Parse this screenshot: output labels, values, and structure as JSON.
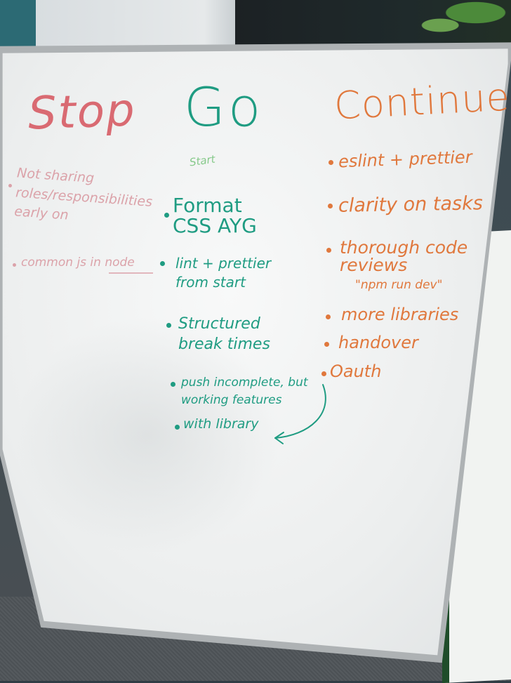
{
  "board": {
    "columns": {
      "stop": {
        "heading": "Stop",
        "items": [
          "Not sharing roles/responsibilities early on",
          "common js in node"
        ]
      },
      "go": {
        "heading": "Go",
        "note": "Start",
        "items": [
          "Format CSS AYG",
          "lint + prettier from start",
          "Structured break times",
          "push incomplete, but working features",
          "with library"
        ]
      },
      "continue": {
        "heading": "Continue",
        "items": [
          "eslint + prettier",
          "clarity on tasks",
          "thorough code reviews",
          "\"npm run dev\"",
          "more libraries",
          "handover",
          "Oauth"
        ]
      }
    },
    "colors": {
      "stop": "#d96a72",
      "go": "#1f9c82",
      "continue": "#e0783d"
    }
  }
}
